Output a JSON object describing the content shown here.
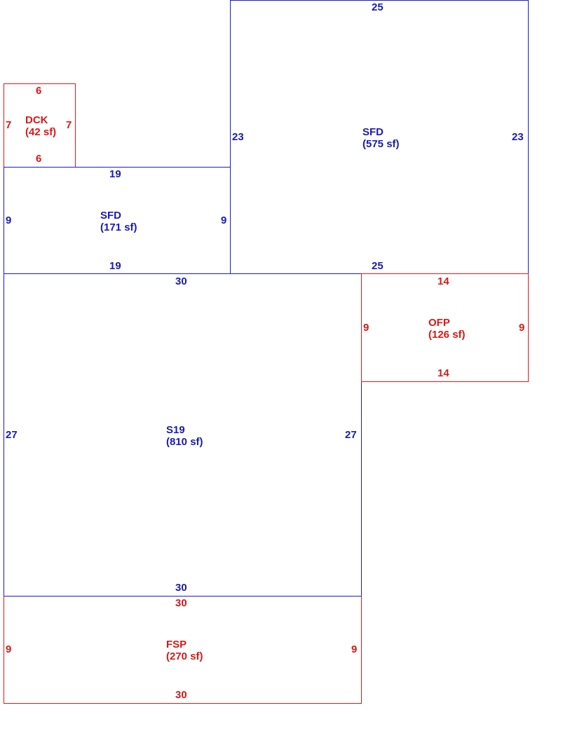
{
  "colors": {
    "living_area": "#1a1ad6",
    "exterior_area": "#e01818"
  },
  "areas": {
    "sfd_main": {
      "name": "SFD",
      "area": "(575 sf)",
      "top": "25",
      "bottom": "25",
      "left": "23",
      "right": "23"
    },
    "dck": {
      "name": "DCK",
      "area": "(42 sf)",
      "top": "6",
      "bottom": "6",
      "left": "7",
      "right": "7"
    },
    "sfd_small": {
      "name": "SFD",
      "area": "(171 sf)",
      "top": "19",
      "bottom": "19",
      "left": "9",
      "right": "9"
    },
    "s19": {
      "name": "S19",
      "area": "(810 sf)",
      "top": "30",
      "bottom": "30",
      "left": "27",
      "right": "27"
    },
    "ofp": {
      "name": "OFP",
      "area": "(126 sf)",
      "top": "14",
      "bottom": "14",
      "left": "9",
      "right": "9"
    },
    "fsp": {
      "name": "FSP",
      "area": "(270 sf)",
      "top": "30",
      "bottom": "30",
      "left": "9",
      "right": "9"
    }
  }
}
